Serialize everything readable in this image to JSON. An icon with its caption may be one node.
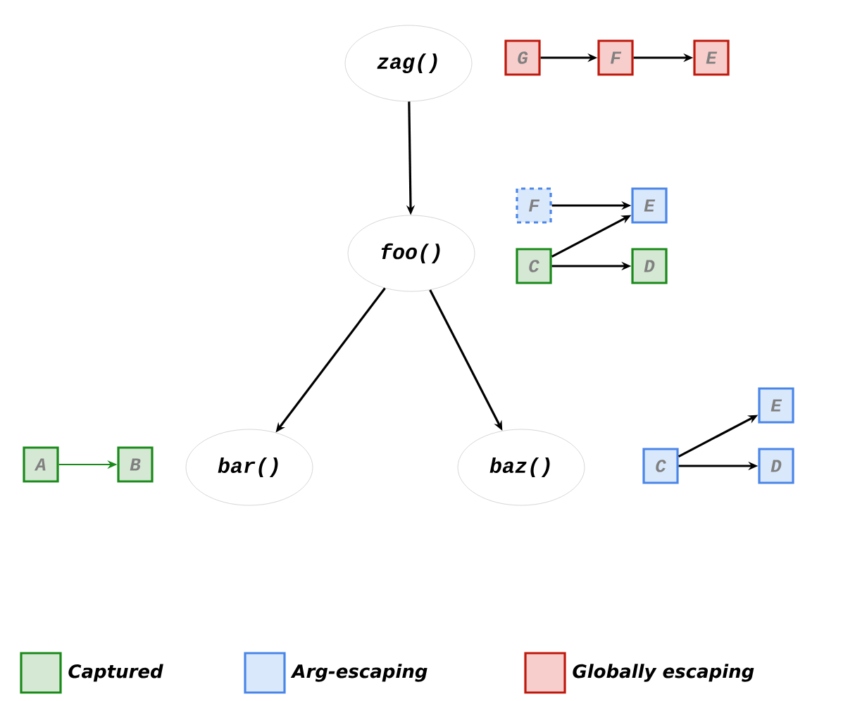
{
  "diagram": {
    "nodes": [
      {
        "text": [
          "zag()"
        ]
      },
      {
        "text": [
          "G"
        ]
      },
      {
        "text": [
          "F"
        ]
      },
      {
        "text": [
          "E"
        ]
      },
      {
        "text": [
          "foo()"
        ]
      },
      {
        "text": [
          "F"
        ]
      },
      {
        "text": [
          "E"
        ]
      },
      {
        "text": [
          "C"
        ]
      },
      {
        "text": [
          "D"
        ]
      },
      {
        "text": [
          "A"
        ]
      },
      {
        "text": [
          "B"
        ]
      },
      {
        "text": [
          "bar()"
        ]
      },
      {
        "text": [
          "baz()"
        ]
      },
      {
        "text": [
          "C"
        ]
      },
      {
        "text": [
          "E"
        ]
      },
      {
        "text": [
          "D"
        ]
      }
    ],
    "edges": [
      {
        "from": 0,
        "to": 4,
        "arrow": "to"
      },
      {
        "from": 4,
        "to": 11,
        "arrow": "to"
      },
      {
        "from": 4,
        "to": 12,
        "arrow": "to"
      },
      {
        "from": 1,
        "to": 2,
        "arrow": "to"
      },
      {
        "from": 2,
        "to": 3,
        "arrow": "to"
      },
      {
        "from": 5,
        "to": 6,
        "arrow": "to"
      },
      {
        "from": 7,
        "to": 6,
        "arrow": "to"
      },
      {
        "from": 7,
        "to": 8,
        "arrow": "to"
      },
      {
        "from": 9,
        "to": 10,
        "arrow": "to",
        "color": "#1a8a1a"
      },
      {
        "from": 13,
        "to": 14,
        "arrow": "to"
      },
      {
        "from": 13,
        "to": 15,
        "arrow": "to"
      }
    ],
    "legend": [
      {
        "text": "Captured",
        "color": "#d5e8d4"
      },
      {
        "text": "Arg-escaping",
        "color": "#dae8fc"
      },
      {
        "text": "Globally escaping",
        "color": "#f8cecc"
      }
    ]
  }
}
